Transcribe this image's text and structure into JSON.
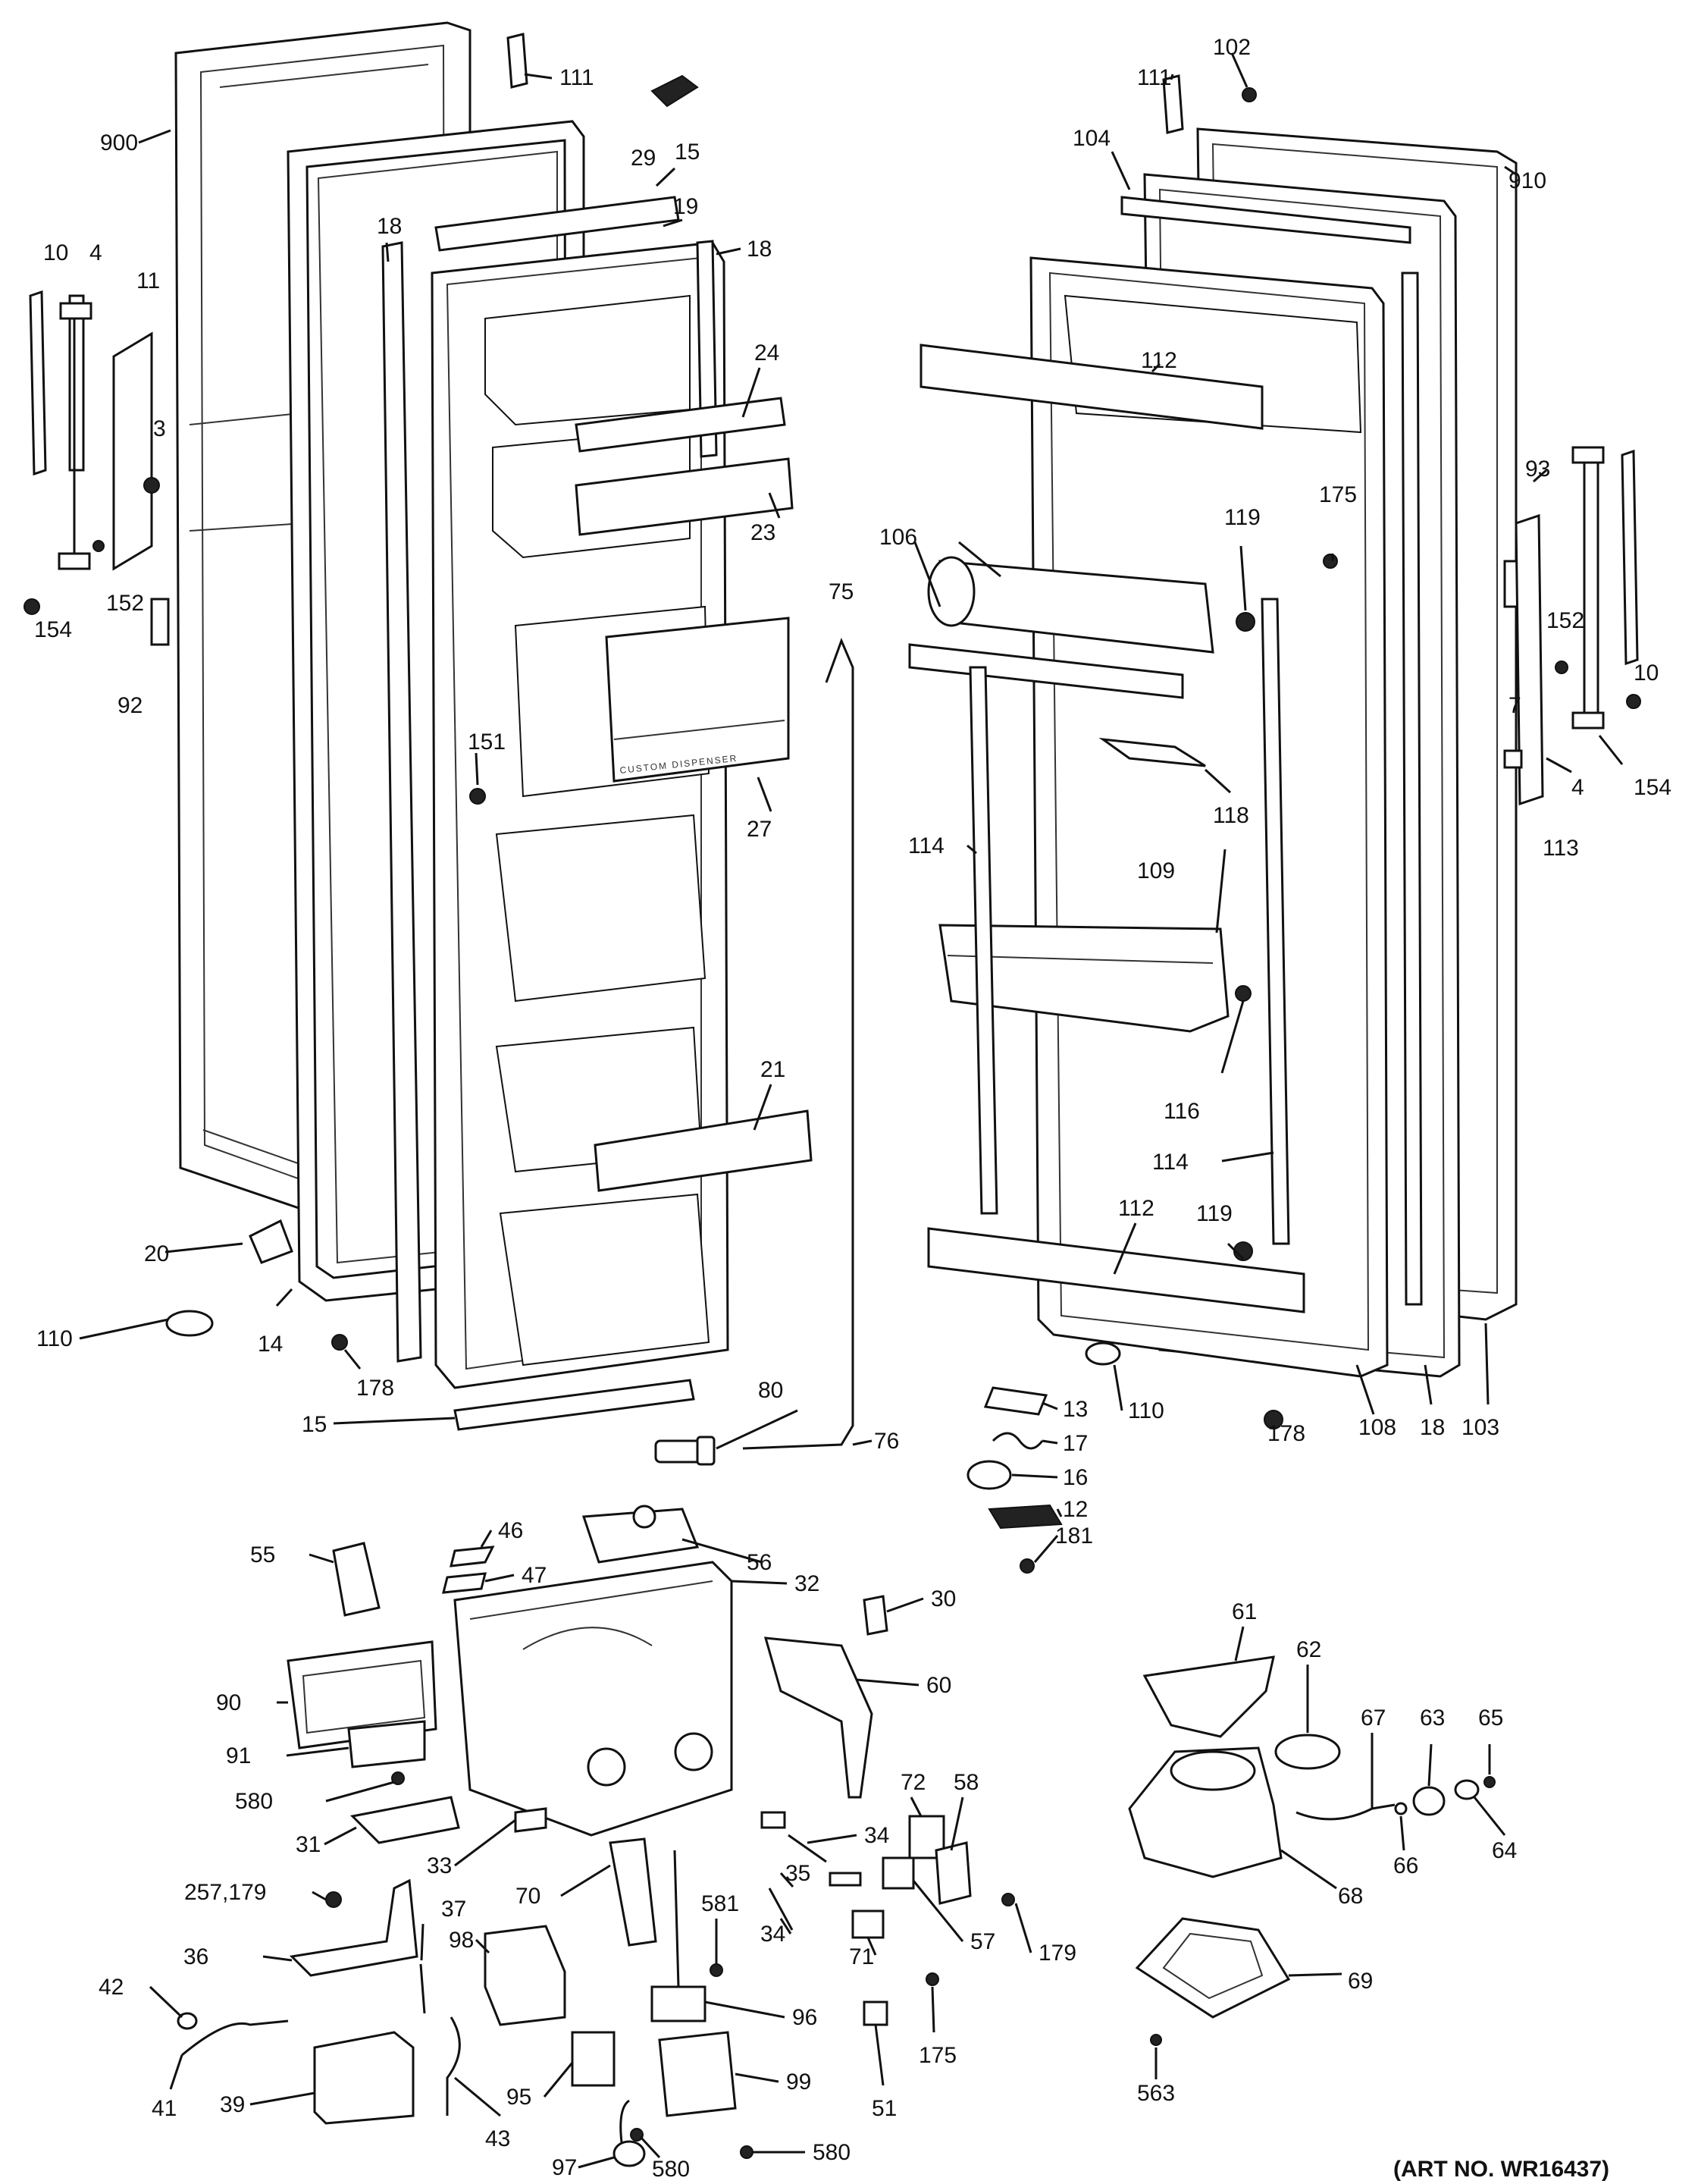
{
  "art_number": "(ART NO. WR16437)",
  "dispenser_text": "CUSTOM DISPENSER",
  "callouts": {
    "c900": "900",
    "c111a": "111",
    "c29": "29",
    "c15a": "15",
    "c19": "19",
    "c18a": "18",
    "c18b": "18",
    "c10a": "10",
    "c4a": "4",
    "c11": "11",
    "c3": "3",
    "c154a": "154",
    "c152a": "152",
    "c92": "92",
    "c24": "24",
    "c23": "23",
    "c75": "75",
    "c151": "151",
    "c27": "27",
    "c21": "21",
    "c20": "20",
    "c14": "14",
    "c110a": "110",
    "c178a": "178",
    "c15b": "15",
    "c80": "80",
    "c76": "76",
    "c102": "102",
    "c111b": "111",
    "c104": "104",
    "c910": "910",
    "c112a": "112",
    "c175a": "175",
    "c119a": "119",
    "c106": "106",
    "c93": "93",
    "c152b": "152",
    "c10b": "10",
    "c7": "7",
    "c154b": "154",
    "c4b": "4",
    "c113": "113",
    "c118": "118",
    "c114a": "114",
    "c109": "109",
    "c116": "116",
    "c114b": "114",
    "c119b": "119",
    "c112b": "112",
    "c110b": "110",
    "c178b": "178",
    "c108": "108",
    "c18c": "18",
    "c103": "103",
    "c13": "13",
    "c17": "17",
    "c16": "16",
    "c12": "12",
    "c181": "181",
    "c46": "46",
    "c55": "55",
    "c47": "47",
    "c56": "56",
    "c32": "32",
    "c30": "30",
    "c90": "90",
    "c60": "60",
    "c91": "91",
    "c580a": "580",
    "c31": "31",
    "c33": "33",
    "c34a": "34",
    "c72": "72",
    "c58": "58",
    "c35": "35",
    "c257": "257,179",
    "c36": "36",
    "c37": "37",
    "c70": "70",
    "c98": "98",
    "c581": "581",
    "c34b": "34",
    "c57": "57",
    "c179": "179",
    "c42": "42",
    "c71": "71",
    "c96": "96",
    "c175b": "175",
    "c41": "41",
    "c39": "39",
    "c95": "95",
    "c43": "43",
    "c99": "99",
    "c51": "51",
    "c97": "97",
    "c580b": "580",
    "c580c": "580",
    "c61": "61",
    "c62": "62",
    "c67": "67",
    "c63": "63",
    "c65": "65",
    "c66": "66",
    "c64": "64",
    "c68": "68",
    "c69": "69",
    "c563": "563"
  }
}
